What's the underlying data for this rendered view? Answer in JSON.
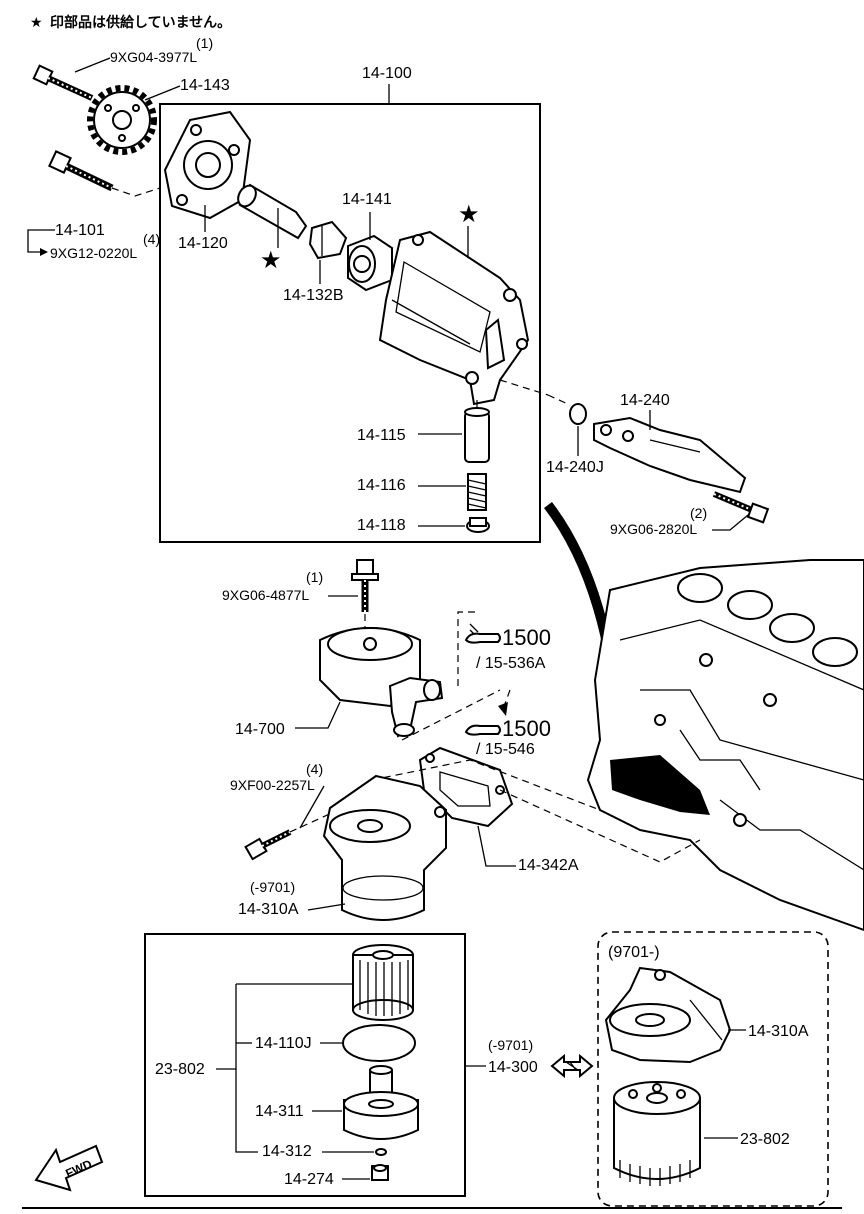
{
  "note": {
    "star": "★",
    "text": "印部品は供給していません。"
  },
  "star_mark": "★",
  "labels": {
    "p9xg04_qty": "(1)",
    "p9xg04": "9XG04-3977L",
    "p14_143": "14-143",
    "p14_100": "14-100",
    "p14_101": "14-101",
    "p9xg12_qty": "(4)",
    "p9xg12": "9XG12-0220L",
    "p14_120": "14-120",
    "p14_141": "14-141",
    "p14_132b": "14-132B",
    "p14_115": "14-115",
    "p14_116": "14-116",
    "p14_118": "14-118",
    "p14_240": "14-240",
    "p14_240j": "14-240J",
    "p9xg06_2820_qty": "(2)",
    "p9xg06_2820": "9XG06-2820L",
    "p9xg06_4877_qty": "(1)",
    "p9xg06_4877": "9XG06-4877L",
    "p14_700": "14-700",
    "p9xf00_qty": "(4)",
    "p9xf00": "9XF00-2257L",
    "p14_342a": "14-342A",
    "p14_310a_range": "(-9701)",
    "p14_310a": "14-310A",
    "p23_802": "23-802",
    "p14_110j": "14-110J",
    "p14_311": "14-311",
    "p14_312": "14-312",
    "p14_274": "14-274",
    "p14_300_range": "(-9701)",
    "p14_300": "14-300",
    "alt_range": "(9701-)",
    "alt_14_310a": "14-310A",
    "alt_23_802": "23-802",
    "fwd": "FWD"
  },
  "references": [
    {
      "group": "1500",
      "sub": "/ 15-536A"
    },
    {
      "group": "1500",
      "sub": "/ 15-546"
    }
  ]
}
